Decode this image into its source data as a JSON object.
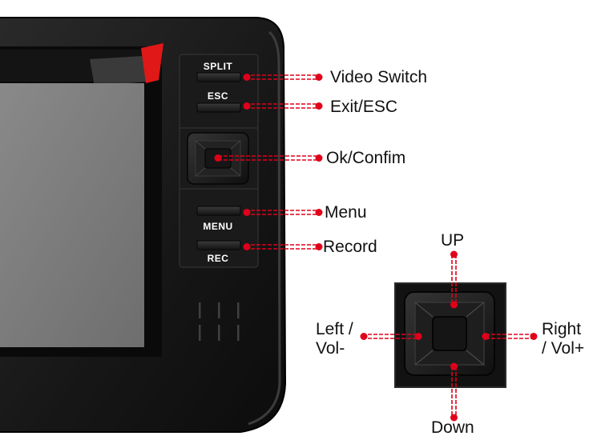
{
  "device_keys": {
    "split": "SPLIT",
    "esc": "ESC",
    "menu": "MENU",
    "rec": "REC"
  },
  "callouts": {
    "split": "Video Switch",
    "esc": "Exit/ESC",
    "ok": "Ok/Confim",
    "menu": "Menu",
    "rec": "Record"
  },
  "dpad_labels": {
    "up": "UP",
    "down": "Down",
    "left_line1": "Left /",
    "left_line2": "Vol-",
    "right_line1": "Right",
    "right_line2": "/ Vol+"
  },
  "colors": {
    "device_body": "#1c1c1c",
    "screen": "#7a7a7a",
    "accent_red": "#e0001a",
    "sticker_red": "#e01818"
  }
}
